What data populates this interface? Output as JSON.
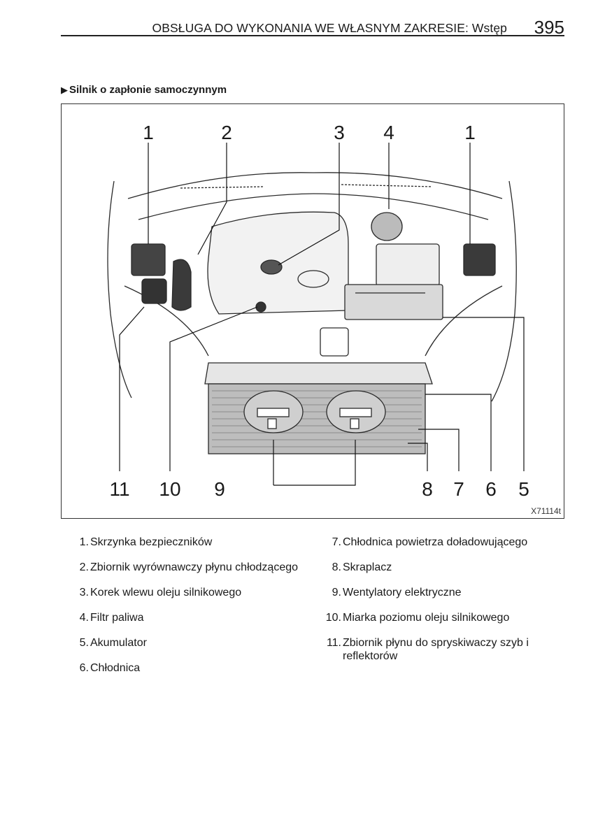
{
  "header": {
    "title": "OBSŁUGA DO WYKONANIA WE WŁASNYM ZAKRESIE: Wstęp",
    "page_number": "395"
  },
  "section": {
    "marker": "▶",
    "title": "Silnik o zapłonie samoczynnym"
  },
  "figure": {
    "code": "X71114t",
    "callouts": [
      "1",
      "2",
      "3",
      "4",
      "1",
      "11",
      "10",
      "9",
      "8",
      "7",
      "6",
      "5"
    ]
  },
  "legend": {
    "left": [
      {
        "num": "1.",
        "text": "Skrzynka bezpieczników"
      },
      {
        "num": "2.",
        "text": "Zbiornik wyrównawczy płynu chłodzącego"
      },
      {
        "num": "3.",
        "text": "Korek wlewu oleju silnikowego"
      },
      {
        "num": "4.",
        "text": "Filtr paliwa"
      },
      {
        "num": "5.",
        "text": "Akumulator"
      },
      {
        "num": "6.",
        "text": "Chłodnica"
      }
    ],
    "right": [
      {
        "num": "7.",
        "text": "Chłodnica powietrza doładowującego"
      },
      {
        "num": "8.",
        "text": "Skraplacz"
      },
      {
        "num": "9.",
        "text": "Wentylatory elektryczne"
      },
      {
        "num": "10.",
        "text": "Miarka poziomu oleju silnikowego"
      },
      {
        "num": "11.",
        "text": "Zbiornik płynu do spryskiwaczy szyb i reflektorów"
      }
    ]
  }
}
